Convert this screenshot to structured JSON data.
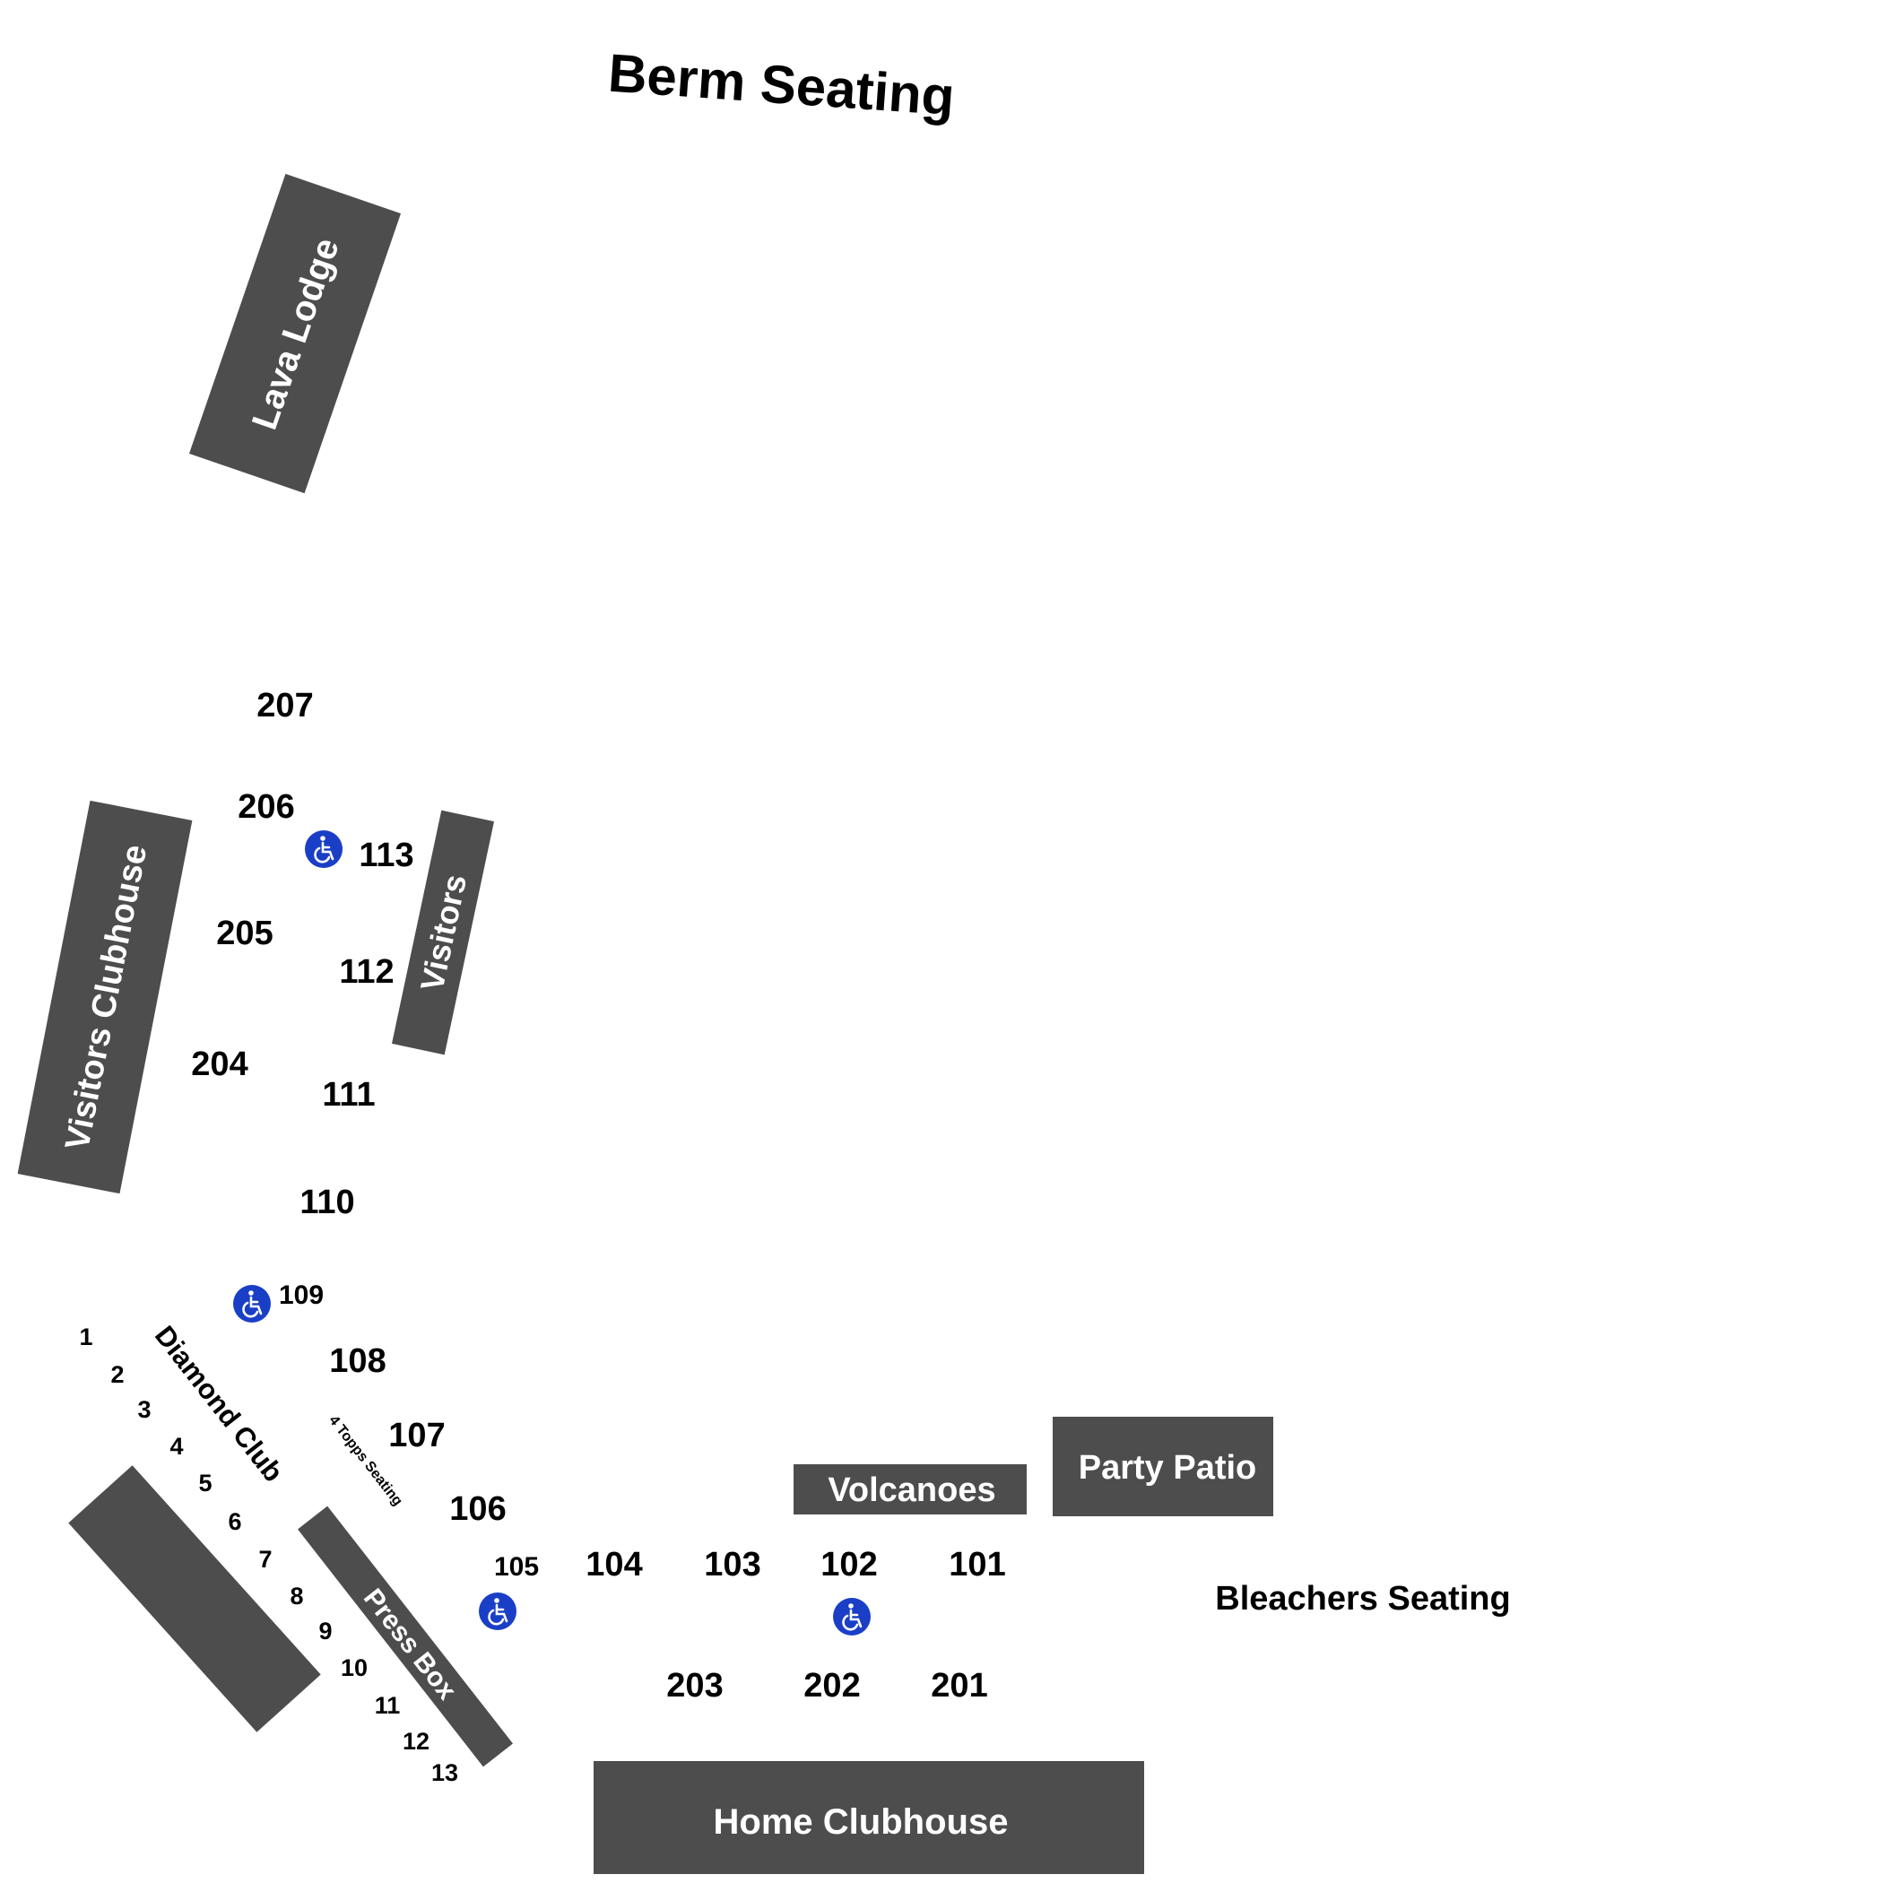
{
  "areas": {
    "berm": "Berm Seating",
    "bleachers": "Bleachers Seating",
    "diamond_club": "Diamond Club",
    "topps": "4 Topps Seating"
  },
  "blocks": {
    "lava_lodge": "Lava Lodge",
    "visitors_clubhouse": "Visitors Clubhouse",
    "visitors": "Visitors",
    "press_box": "Press Box",
    "volcanoes": "Volcanoes",
    "party_patio": "Party Patio",
    "home_clubhouse": "Home Clubhouse"
  },
  "sections": {
    "s207": "207",
    "s206": "206",
    "s205": "205",
    "s204": "204",
    "s113": "113",
    "s112": "112",
    "s111": "111",
    "s110": "110",
    "s109": "109",
    "s108": "108",
    "s107": "107",
    "s106": "106",
    "s105": "105",
    "s104": "104",
    "s103": "103",
    "s102": "102",
    "s101": "101",
    "s203": "203",
    "s202": "202",
    "s201": "201"
  },
  "diamond_club_rows": [
    "1",
    "2",
    "3",
    "4",
    "5",
    "6",
    "7",
    "8",
    "9",
    "10",
    "11",
    "12",
    "13"
  ],
  "icons": {
    "accessible": "wheelchair-icon"
  },
  "colors": {
    "block": "#4d4d4d",
    "accessible": "#1a3fc6",
    "text": "#000000"
  }
}
